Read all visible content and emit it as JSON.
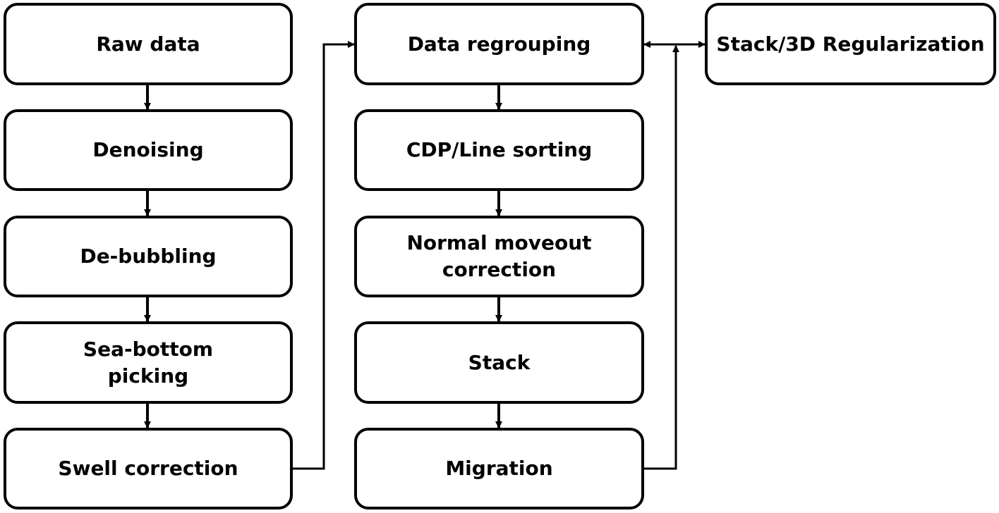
{
  "processing_chain_left": [
    {
      "key": "raw_data",
      "label": "Raw data"
    },
    {
      "key": "denoising",
      "label": "Denoising"
    },
    {
      "key": "de_bubbling",
      "label": "De-bubbling"
    },
    {
      "key": "sea_bottom_picking",
      "label": "Sea-bottom\npicking"
    },
    {
      "key": "swell_correction",
      "label": "Swell correction"
    }
  ],
  "processing_chain_middle": [
    {
      "key": "data_regrouping",
      "label": "Data regrouping"
    },
    {
      "key": "cdp_line_sorting",
      "label": "CDP/Line sorting"
    },
    {
      "key": "normal_moveout_correction",
      "label": "Normal moveout\ncorrection"
    },
    {
      "key": "stack",
      "label": "Stack"
    },
    {
      "key": "migration",
      "label": "Migration"
    }
  ],
  "side_step": {
    "key": "stack_3d_regularization",
    "label": "Stack/3D Regularization"
  }
}
